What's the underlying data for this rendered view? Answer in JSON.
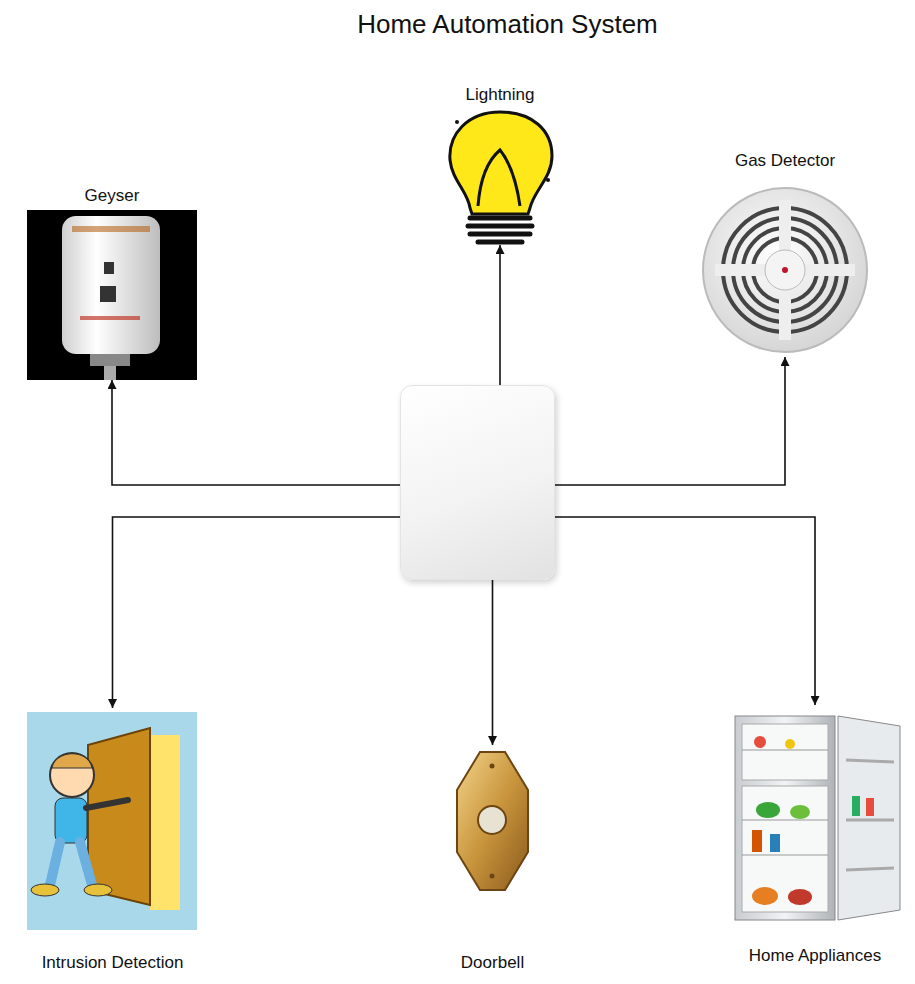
{
  "diagram": {
    "title": "Home Automation System",
    "nodes": [
      {
        "text": [
          "Lightning"
        ]
      },
      {
        "text": [
          "Geyser"
        ]
      },
      {
        "text": [
          "Gas Detector"
        ]
      },
      {
        "text": []
      },
      {
        "text": [
          "Intrusion Detection"
        ]
      },
      {
        "text": [
          "Doorbell"
        ]
      },
      {
        "text": [
          "Home Appliances"
        ]
      }
    ],
    "edges": [
      {
        "from": 3,
        "to": 0,
        "arrow": "to"
      },
      {
        "from": 3,
        "to": 1,
        "arrow": "to"
      },
      {
        "from": 3,
        "to": 2,
        "arrow": "to"
      },
      {
        "from": 3,
        "to": 4,
        "arrow": "to"
      },
      {
        "from": 3,
        "to": 5,
        "arrow": "to"
      },
      {
        "from": 3,
        "to": 6,
        "arrow": "to"
      }
    ]
  }
}
